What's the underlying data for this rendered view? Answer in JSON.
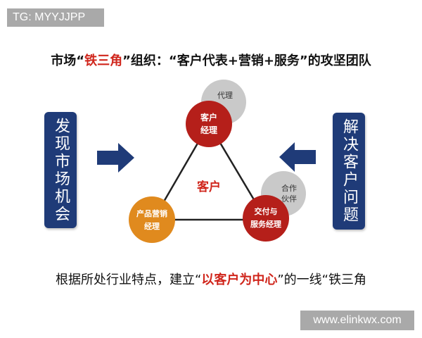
{
  "watermark": {
    "tag": "TG: MYYJJPP",
    "url": "www.elinkwx.com"
  },
  "headline": {
    "prefix": "市场“",
    "highlight": "铁三角",
    "suffix": "”组织：“客户代表+营销+服务”的攻坚团队"
  },
  "left_panel": {
    "text": "发现市场机会"
  },
  "right_panel": {
    "text": "解决客户问题"
  },
  "triangle": {
    "center_label": "客户",
    "nodes": {
      "top": {
        "line1": "客户",
        "line2": "经理",
        "satellite": "代理"
      },
      "left": {
        "line1": "产品营销",
        "line2": "经理"
      },
      "right": {
        "line1": "交付与",
        "line2": "服务经理",
        "satellite_line1": "合作",
        "satellite_line2": "伙伴"
      }
    }
  },
  "footer": {
    "prefix": "根据所处行业特点，建立“",
    "highlight": "以客户为中心",
    "suffix": "”的一线“铁三角"
  },
  "colors": {
    "accent_red": "#d0261c",
    "node_red": "#b51f1a",
    "node_orange": "#e08a1e",
    "satellite_gray": "#c9c9c9",
    "panel_blue": "#1f3b78",
    "arrow_blue": "#1f3b78"
  },
  "icons": {
    "left_arrow": "arrow-right-icon",
    "right_arrow": "arrow-left-icon"
  }
}
